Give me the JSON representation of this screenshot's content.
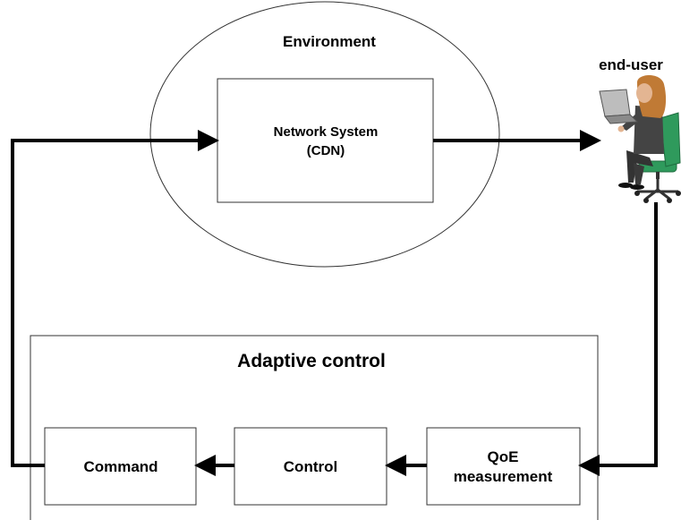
{
  "environment": {
    "label": "Environment",
    "network_system": {
      "line1": "Network System",
      "line2": "(CDN)"
    }
  },
  "end_user": {
    "label": "end-user"
  },
  "adaptive_control": {
    "label": "Adaptive control",
    "blocks": {
      "command": "Command",
      "control": "Control",
      "qoe_line1": "QoE",
      "qoe_line2": "measurement"
    }
  }
}
